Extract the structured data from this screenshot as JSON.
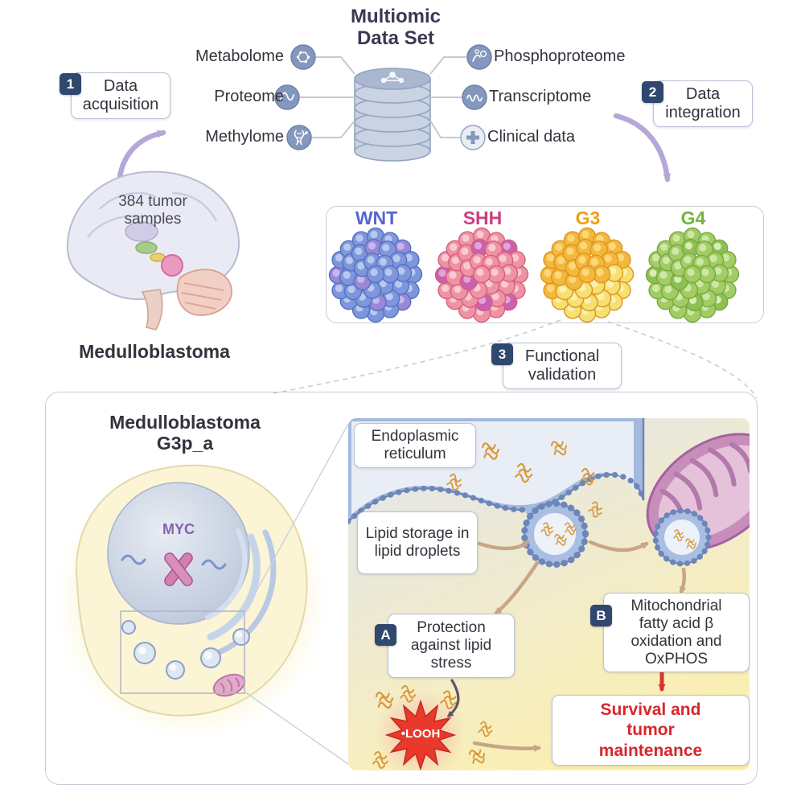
{
  "title": "Multiomic Data Set",
  "steps": {
    "s1": {
      "num": "1",
      "label": "Data acquisition"
    },
    "s2": {
      "num": "2",
      "label": "Data integration"
    },
    "s3": {
      "num": "3",
      "label": "Functional validation"
    }
  },
  "omics": {
    "metabolome": "Metabolome",
    "proteome": "Proteome",
    "methylome": "Methylome",
    "phosphoproteome": "Phosphoproteome",
    "transcriptome": "Transcriptome",
    "clinical": "Clinical data"
  },
  "brain": {
    "samples": "384 tumor samples",
    "label": "Medulloblastoma"
  },
  "subgroups": [
    {
      "name": "WNT",
      "label_color": "#5766cc",
      "cell_fill": "#7e97dc",
      "cell_stroke": "#5570c0",
      "cell_light": "#b9c8ef",
      "accent": "#9a87d8",
      "accent_light": "#c4b8ec",
      "two_tone": false
    },
    {
      "name": "SHH",
      "label_color": "#cc3f7e",
      "cell_fill": "#ef93a4",
      "cell_stroke": "#d4607e",
      "cell_light": "#fac9d1",
      "accent": "#c961ae",
      "accent_light": "#e2a4d4",
      "two_tone": false
    },
    {
      "name": "G3",
      "label_color": "#eda01c",
      "cell_fill": "#f4b83c",
      "cell_stroke": "#dd9326",
      "cell_light": "#fbd97a",
      "accent": "#f6e070",
      "accent_light": "#fbf0ad",
      "two_tone": true
    },
    {
      "name": "G4",
      "label_color": "#74b43c",
      "cell_fill": "#a2cc64",
      "cell_stroke": "#78a840",
      "cell_light": "#cfe7a4",
      "accent": "#8cc152",
      "accent_light": "#d8ecb4",
      "two_tone": false
    }
  ],
  "validation": {
    "cell_title": "Medulloblastoma",
    "cell_subtitle": "G3p_a",
    "myc": "MYC",
    "er_label": "Endoplasmic reticulum",
    "lipid_storage": "Lipid storage in lipid droplets",
    "a": {
      "badge": "A",
      "label": "Protection against lipid stress"
    },
    "b": {
      "badge": "B",
      "label": "Mitochondrial fatty acid β oxidation and OxPHOS"
    },
    "looh": "•LOOH",
    "outcome": "Survival and tumor maintenance"
  },
  "colors": {
    "badge": "#30476e",
    "outcome_red": "#d8262b",
    "arrow_purple": "#b5a8d8",
    "arrow_tan": "#c8a584",
    "box_border": "#b9c2d5"
  }
}
